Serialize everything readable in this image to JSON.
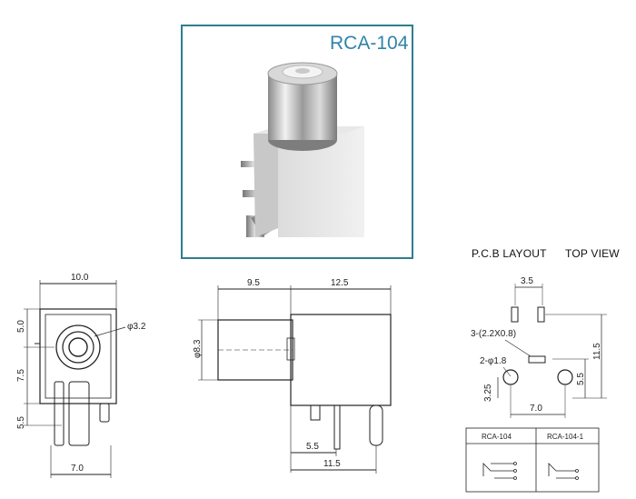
{
  "product": {
    "title": "RCA-104"
  },
  "headers": {
    "pcb_layout": "P.C.B LAYOUT",
    "top_view": "TOP VIEW"
  },
  "front_view": {
    "width": "10.0",
    "hole_dia": "φ3.2",
    "h1": "5.0",
    "h2": "7.5",
    "h3": "5.5",
    "pin_span": "7.0"
  },
  "side_view": {
    "front_len": "9.5",
    "body_len": "12.5",
    "barrel_dia": "φ8.3",
    "pin_offset": "5.5",
    "pin_span": "11.5"
  },
  "pcb": {
    "slot_pitch": "3.5",
    "slot_size": "3-(2.2X0.8)",
    "hole_dia": "2-φ1.8",
    "height": "11.5",
    "right_off": "5.5",
    "left_off": "3.25",
    "hole_span": "7.0"
  },
  "schematic": {
    "col1": "RCA-104",
    "col2": "RCA-104-1"
  },
  "colors": {
    "frame": "#2f7d8e",
    "title": "#2f84a8",
    "line": "#222222"
  }
}
